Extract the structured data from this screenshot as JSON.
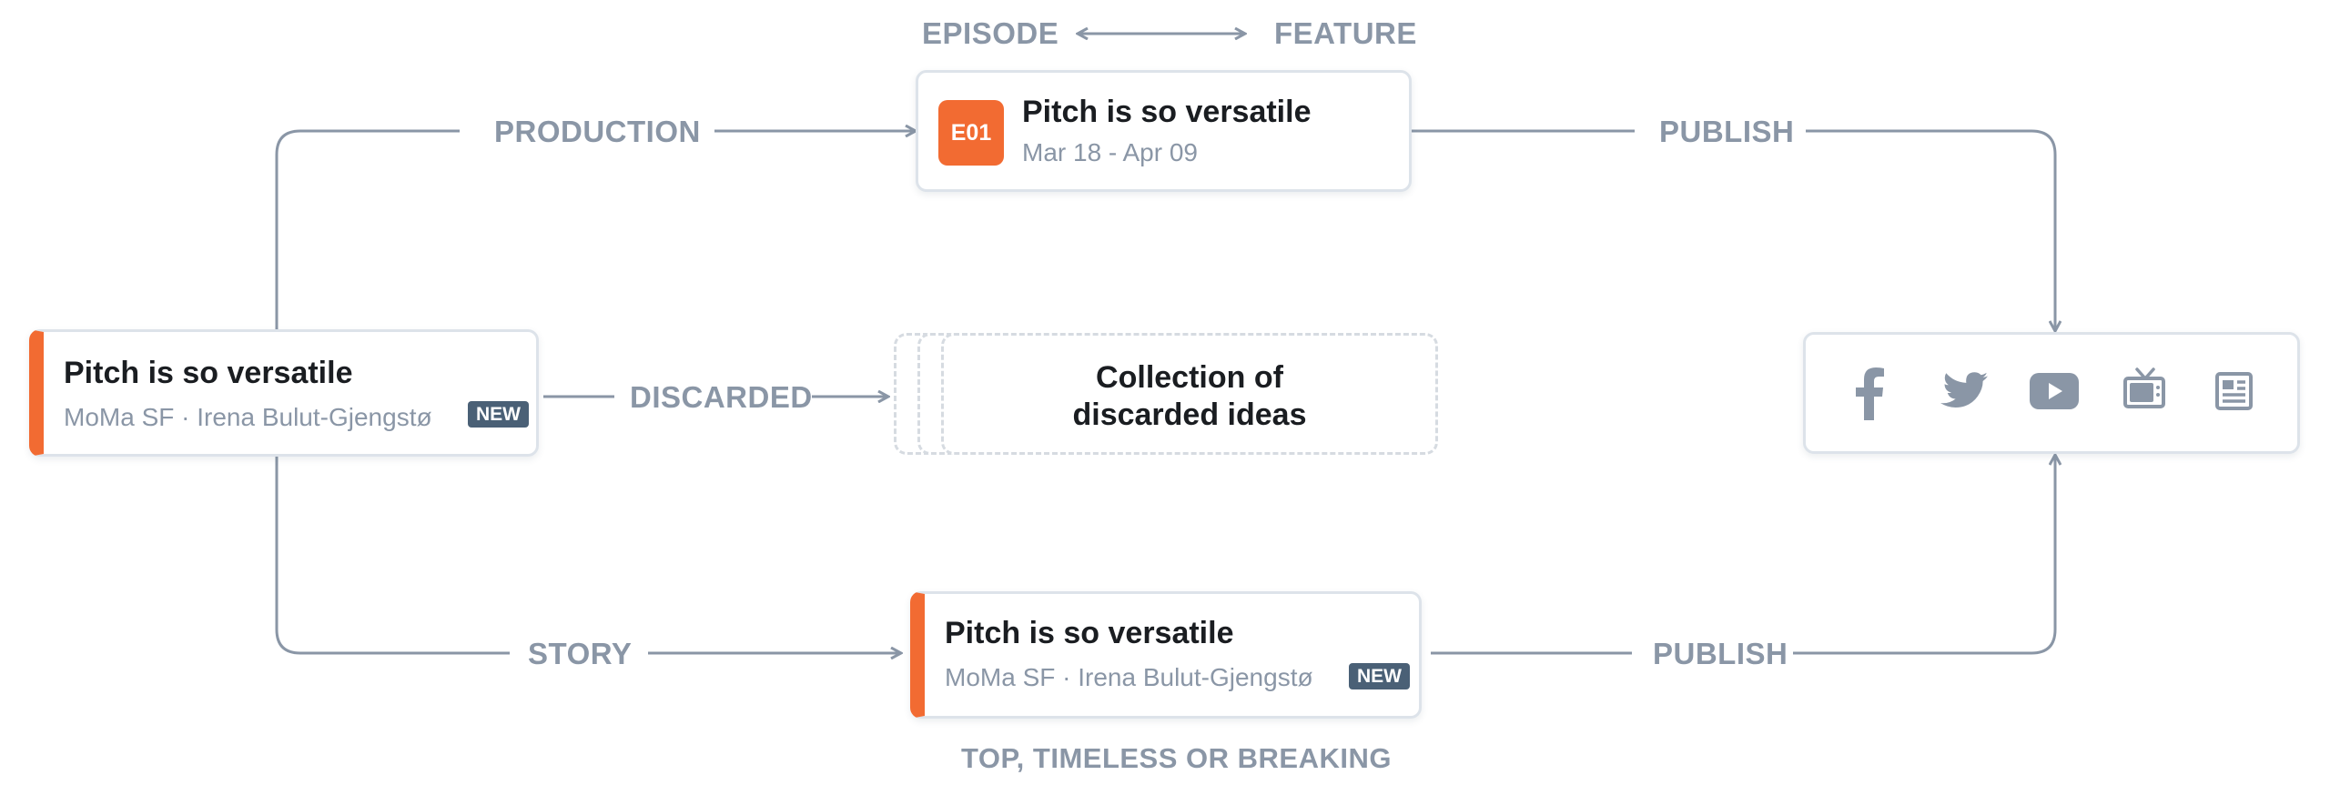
{
  "top": {
    "left_label": "EPISODE",
    "right_label": "FEATURE"
  },
  "source_card": {
    "title": "Pitch is so versatile",
    "subtitle": "MoMa SF · Irena Bulut-Gjengstø",
    "badge": "NEW"
  },
  "episode_card": {
    "code": "E01",
    "title": "Pitch is so versatile",
    "dates": "Mar 18 - Apr 09"
  },
  "discarded": {
    "label": "DISCARDED",
    "text_line1": "Collection of",
    "text_line2": "discarded ideas"
  },
  "story_card": {
    "title": "Pitch is so versatile",
    "subtitle": "MoMa SF · Irena Bulut-Gjengstø",
    "badge": "NEW"
  },
  "edges": {
    "production": "PRODUCTION",
    "story": "STORY",
    "publish_top": "PUBLISH",
    "publish_bottom": "PUBLISH"
  },
  "footer": {
    "caption": "TOP, TIMELESS OR BREAKING"
  },
  "channels": [
    "facebook-icon",
    "twitter-icon",
    "youtube-icon",
    "tv-icon",
    "newspaper-icon"
  ],
  "colors": {
    "accent": "#f26b32",
    "line": "#8a96a6",
    "badge": "#4a6076"
  }
}
